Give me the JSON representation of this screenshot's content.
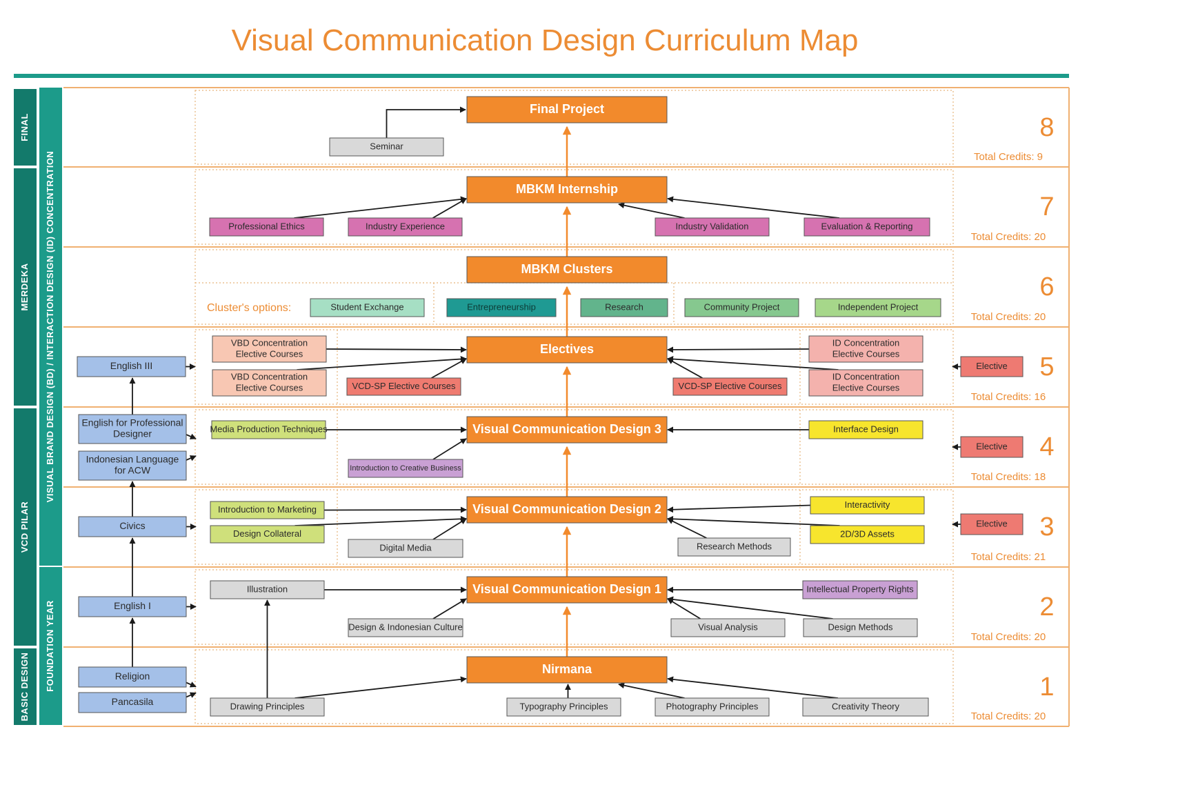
{
  "title": "Visual Communication Design Curriculum Map",
  "colors": {
    "accent_orange": "#f28a2c",
    "teal_dark": "#137a6b",
    "teal_mid": "#1c9b8a",
    "row_line": "#f0b070",
    "general": "#a4c0e8",
    "grey": "#d9d9d9",
    "pink": "#d672b0",
    "vbd": "#f8c7b3",
    "id": "#f4b2ad",
    "vcdsp": "#ef7b70",
    "elective": "#ee7a72",
    "lime": "#cfe07b",
    "yellow": "#f7e52d",
    "purple": "#c9a0d4",
    "student_exchange": "#a6dfc4",
    "entrepreneurship": "#1f9a93",
    "research": "#62b48c",
    "community": "#86c88f",
    "independent": "#a6d78a"
  },
  "side_labels": {
    "outer": [
      {
        "label": "FINAL",
        "span": [
          8,
          8
        ]
      },
      {
        "label": "MERDEKA",
        "span": [
          5,
          7
        ]
      },
      {
        "label": "VCD PILAR",
        "span": [
          2,
          4
        ]
      },
      {
        "label": "BASIC DESIGN",
        "span": [
          1,
          1
        ]
      }
    ],
    "inner": [
      {
        "label": "VISUAL BRAND DESIGN (BD) / INTERACTION DESIGN (ID) CONCENTRATION",
        "span": [
          4,
          8
        ]
      },
      {
        "label": "FOUNDATION YEAR",
        "span": [
          1,
          2
        ]
      }
    ]
  },
  "semesters": [
    {
      "number": "8",
      "credits": "Total Credits: 9"
    },
    {
      "number": "7",
      "credits": "Total Credits: 20"
    },
    {
      "number": "6",
      "credits": "Total Credits: 20"
    },
    {
      "number": "5",
      "credits": "Total Credits: 16"
    },
    {
      "number": "4",
      "credits": "Total Credits: 18"
    },
    {
      "number": "3",
      "credits": "Total Credits: 21"
    },
    {
      "number": "2",
      "credits": "Total Credits: 20"
    },
    {
      "number": "1",
      "credits": "Total Credits: 20"
    }
  ],
  "cluster_options_label": "Cluster's options:",
  "nodes": {
    "final_project": {
      "label": "Final Project",
      "type": "core"
    },
    "seminar": {
      "label": "Seminar",
      "type": "grey"
    },
    "mbkm_internship": {
      "label": "MBKM Internship",
      "type": "core"
    },
    "professional_ethics": {
      "label": "Professional Ethics",
      "type": "pink"
    },
    "industry_experience": {
      "label": "Industry Experience",
      "type": "pink"
    },
    "industry_validation": {
      "label": "Industry Validation",
      "type": "pink"
    },
    "evaluation_reporting": {
      "label": "Evaluation & Reporting",
      "type": "pink"
    },
    "mbkm_clusters": {
      "label": "MBKM Clusters",
      "type": "core"
    },
    "student_exchange": {
      "label": "Student Exchange",
      "type": "student_exchange"
    },
    "entrepreneurship": {
      "label": "Entrepreneurship",
      "type": "entrepreneurship"
    },
    "research": {
      "label": "Research",
      "type": "research"
    },
    "community_project": {
      "label": "Community Project",
      "type": "community"
    },
    "independent_project": {
      "label": "Independent Project",
      "type": "independent"
    },
    "electives": {
      "label": "Electives",
      "type": "core"
    },
    "english_3": {
      "label": "English III",
      "type": "general"
    },
    "vbd_elective_1": {
      "label": [
        "VBD Concentration",
        "Elective Courses"
      ],
      "type": "vbd"
    },
    "vbd_elective_2": {
      "label": [
        "VBD Concentration",
        "Elective Courses"
      ],
      "type": "vbd"
    },
    "vcdsp_left": {
      "label": "VCD-SP Elective Courses",
      "type": "vcdsp"
    },
    "vcdsp_right": {
      "label": "VCD-SP Elective Courses",
      "type": "vcdsp"
    },
    "id_elective_1": {
      "label": [
        "ID Concentration",
        "Elective Courses"
      ],
      "type": "id"
    },
    "id_elective_2": {
      "label": [
        "ID Concentration",
        "Elective Courses"
      ],
      "type": "id"
    },
    "elective_5": {
      "label": "Elective",
      "type": "elective"
    },
    "vcd3": {
      "label": "Visual Communication Design 3",
      "type": "core"
    },
    "english_professional": {
      "label": [
        "English for Professional",
        "Designer"
      ],
      "type": "general"
    },
    "indonesian_language": {
      "label": [
        "Indonesian Language",
        "for ACW"
      ],
      "type": "general"
    },
    "media_production": {
      "label": "Media Production Techniques",
      "type": "lime"
    },
    "creative_business": {
      "label": "Introduction to Creative Business",
      "type": "purple"
    },
    "interface_design": {
      "label": "Interface Design",
      "type": "yellow"
    },
    "elective_4": {
      "label": "Elective",
      "type": "elective"
    },
    "vcd2": {
      "label": "Visual Communication Design 2",
      "type": "core"
    },
    "civics": {
      "label": "Civics",
      "type": "general"
    },
    "intro_marketing": {
      "label": "Introduction to Marketing",
      "type": "lime"
    },
    "design_collateral": {
      "label": "Design Collateral",
      "type": "lime"
    },
    "digital_media": {
      "label": "Digital Media",
      "type": "grey"
    },
    "research_methods": {
      "label": "Research Methods",
      "type": "grey"
    },
    "interactivity": {
      "label": "Interactivity",
      "type": "yellow"
    },
    "assets_2d3d": {
      "label": "2D/3D Assets",
      "type": "yellow"
    },
    "elective_3": {
      "label": "Elective",
      "type": "elective"
    },
    "vcd1": {
      "label": "Visual Communication Design 1",
      "type": "core"
    },
    "english_1": {
      "label": "English I",
      "type": "general"
    },
    "illustration": {
      "label": "Illustration",
      "type": "grey"
    },
    "design_indonesian_culture": {
      "label": "Design & Indonesian Culture",
      "type": "grey"
    },
    "ip_rights": {
      "label": "Intellectual Property Rights",
      "type": "purple"
    },
    "visual_analysis": {
      "label": "Visual Analysis",
      "type": "grey"
    },
    "design_methods": {
      "label": "Design Methods",
      "type": "grey"
    },
    "nirmana": {
      "label": "Nirmana",
      "type": "core"
    },
    "religion": {
      "label": "Religion",
      "type": "general"
    },
    "pancasila": {
      "label": "Pancasila",
      "type": "general"
    },
    "drawing_principles": {
      "label": "Drawing Principles",
      "type": "grey"
    },
    "typography_principles": {
      "label": "Typography Principles",
      "type": "grey"
    },
    "photography_principles": {
      "label": "Photography Principles",
      "type": "grey"
    },
    "creativity_theory": {
      "label": "Creativity Theory",
      "type": "grey"
    }
  },
  "edges": [
    [
      "seminar",
      "final_project"
    ],
    [
      "mbkm_internship",
      "final_project"
    ],
    [
      "professional_ethics",
      "mbkm_internship"
    ],
    [
      "industry_experience",
      "mbkm_internship"
    ],
    [
      "industry_validation",
      "mbkm_internship"
    ],
    [
      "evaluation_reporting",
      "mbkm_internship"
    ],
    [
      "mbkm_clusters",
      "mbkm_internship"
    ],
    [
      "electives",
      "mbkm_clusters"
    ],
    [
      "vbd_elective_1",
      "electives"
    ],
    [
      "vbd_elective_2",
      "electives"
    ],
    [
      "vcdsp_left",
      "electives"
    ],
    [
      "vcdsp_right",
      "electives"
    ],
    [
      "id_elective_1",
      "electives"
    ],
    [
      "id_elective_2",
      "electives"
    ],
    [
      "vcd3",
      "electives"
    ],
    [
      "english_professional",
      "english_3"
    ],
    [
      "media_production",
      "vcd3"
    ],
    [
      "creative_business",
      "vcd3"
    ],
    [
      "interface_design",
      "vcd3"
    ],
    [
      "vcd2",
      "vcd3"
    ],
    [
      "civics",
      "indonesian_language"
    ],
    [
      "intro_marketing",
      "vcd2"
    ],
    [
      "design_collateral",
      "vcd2"
    ],
    [
      "digital_media",
      "vcd2"
    ],
    [
      "research_methods",
      "vcd2"
    ],
    [
      "interactivity",
      "vcd2"
    ],
    [
      "assets_2d3d",
      "vcd2"
    ],
    [
      "vcd1",
      "vcd2"
    ],
    [
      "english_1",
      "civics"
    ],
    [
      "illustration",
      "vcd1"
    ],
    [
      "design_indonesian_culture",
      "vcd1"
    ],
    [
      "ip_rights",
      "vcd1"
    ],
    [
      "visual_analysis",
      "vcd1"
    ],
    [
      "design_methods",
      "vcd1"
    ],
    [
      "nirmana",
      "vcd1"
    ],
    [
      "religion",
      "english_1"
    ],
    [
      "drawing_principles",
      "illustration"
    ],
    [
      "drawing_principles",
      "nirmana"
    ],
    [
      "typography_principles",
      "nirmana"
    ],
    [
      "photography_principles",
      "nirmana"
    ],
    [
      "creativity_theory",
      "nirmana"
    ]
  ]
}
